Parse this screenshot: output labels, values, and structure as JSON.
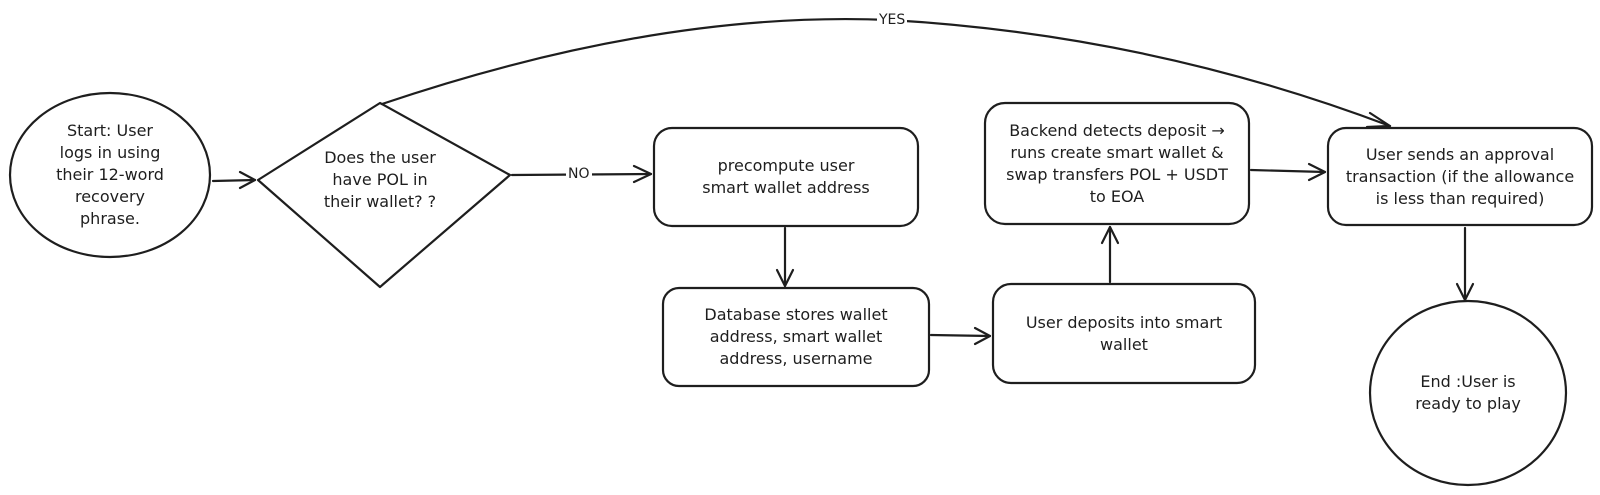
{
  "nodes": {
    "start": "Start: User\nlogs in using\ntheir 12-word\nrecovery\nphrase.",
    "decision": "Does the user\nhave POL in\ntheir wallet? ?",
    "precompute": "precompute user\nsmart wallet address",
    "database": "Database stores wallet\naddress, smart wallet\naddress, username",
    "deposit": "User deposits into smart\nwallet",
    "backend": "Backend detects deposit →\nruns create smart wallet  &\nswap transfers POL + USDT\nto EOA",
    "approval": "User sends an approval\ntransaction (if the allowance\nis less than required)",
    "end": "End :User is\nready to play"
  },
  "edges": {
    "yes_label": "YES",
    "no_label": "NO"
  }
}
